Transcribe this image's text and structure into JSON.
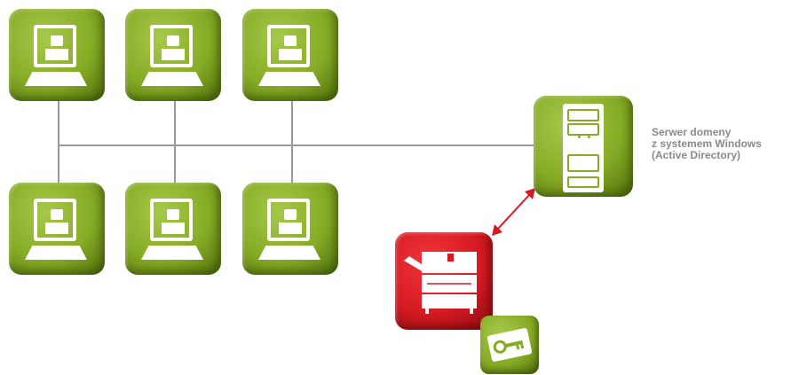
{
  "diagram": {
    "server": {
      "label_lines": [
        "Serwer domeny",
        "z systemem Windows",
        "(Active Directory)"
      ],
      "icon": "server-tower-icon"
    },
    "workstations": [
      {
        "icon": "laptop-user-icon"
      },
      {
        "icon": "laptop-user-icon"
      },
      {
        "icon": "laptop-user-icon"
      },
      {
        "icon": "laptop-user-icon"
      },
      {
        "icon": "laptop-user-icon"
      },
      {
        "icon": "laptop-user-icon"
      }
    ],
    "printer": {
      "icon": "printer-icon"
    },
    "key": {
      "icon": "key-card-icon"
    },
    "connections": [
      {
        "from": "workstations",
        "to": "server",
        "style": "network-line"
      },
      {
        "from": "printer",
        "to": "server",
        "style": "bidirectional-arrow"
      }
    ],
    "colors": {
      "tile_green": "#86ab25",
      "tile_red": "#d51a22",
      "network_line": "#9a9a9a",
      "arrow": "#d51a22",
      "label_text": "#8a8a8a"
    }
  }
}
